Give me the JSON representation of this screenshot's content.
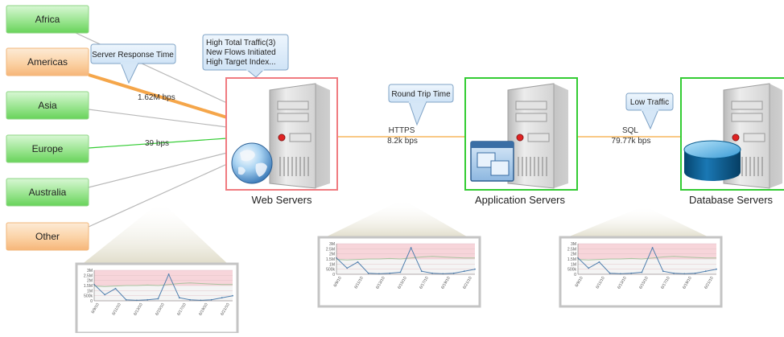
{
  "regions": [
    {
      "label": "Africa",
      "status": "ok"
    },
    {
      "label": "Americas",
      "status": "warn"
    },
    {
      "label": "Asia",
      "status": "ok"
    },
    {
      "label": "Europe",
      "status": "ok"
    },
    {
      "label": "Australia",
      "status": "ok"
    },
    {
      "label": "Other",
      "status": "warn"
    }
  ],
  "links": {
    "americas_traffic": "1.62M bps",
    "europe_traffic": "39 bps",
    "https": {
      "protocol": "HTTPS",
      "rate": "8.2k bps"
    },
    "sql": {
      "protocol": "SQL",
      "rate": "79.77k bps"
    }
  },
  "callouts": {
    "server_response": "Server Response Time",
    "web_alerts": [
      "High Total Traffic(3)",
      "New Flows Initiated",
      "High Target Index..."
    ],
    "round_trip": "Round Trip Time",
    "low_traffic": "Low Traffic"
  },
  "servers": {
    "web": {
      "label": "Web Servers",
      "status": "alert"
    },
    "app": {
      "label": "Application Servers",
      "status": "ok"
    },
    "db": {
      "label": "Database Servers",
      "status": "ok"
    }
  },
  "colors": {
    "ok_green": "#33cc33",
    "alert_red": "#f07b80",
    "warn_orange": "#f5a64a",
    "link_gray": "#b8b8b8",
    "link_orange": "#f7b75e"
  },
  "mini_charts": [
    {
      "id": "web",
      "y_ticks": [
        "3M",
        "2.5M",
        "2M",
        "1.5M",
        "1M",
        "500k",
        "0"
      ],
      "x_ticks": [
        "6/9/10",
        "6/11/10",
        "6/13/10",
        "6/15/10",
        "6/17/10",
        "6/19/10",
        "6/21/10"
      ],
      "threshold_values": [
        1.45,
        1.4,
        1.45,
        1.5,
        1.5,
        1.55,
        1.5,
        1.6,
        1.7,
        1.75,
        1.7,
        1.65,
        1.6,
        1.6
      ],
      "traffic_values": [
        1.6,
        0.6,
        1.2,
        0.1,
        0.05,
        0.1,
        0.2,
        2.6,
        0.3,
        0.1,
        0.05,
        0.1,
        0.3,
        0.5
      ]
    },
    {
      "id": "app",
      "y_ticks": [
        "3M",
        "2.5M",
        "2M",
        "1.5M",
        "1M",
        "500k",
        "0"
      ],
      "x_ticks": [
        "6/9/10",
        "6/11/10",
        "6/13/10",
        "6/15/10",
        "6/17/10",
        "6/19/10",
        "6/21/10"
      ],
      "threshold_values": [
        1.45,
        1.4,
        1.45,
        1.5,
        1.5,
        1.55,
        1.5,
        1.6,
        1.7,
        1.75,
        1.7,
        1.65,
        1.6,
        1.6
      ],
      "traffic_values": [
        1.6,
        0.6,
        1.2,
        0.1,
        0.05,
        0.1,
        0.2,
        2.6,
        0.3,
        0.1,
        0.05,
        0.1,
        0.3,
        0.5
      ]
    },
    {
      "id": "db",
      "y_ticks": [
        "3M",
        "2.5M",
        "2M",
        "1.5M",
        "1M",
        "500k",
        "0"
      ],
      "x_ticks": [
        "6/9/10",
        "6/11/10",
        "6/13/10",
        "6/15/10",
        "6/17/10",
        "6/19/10",
        "6/21/10"
      ],
      "threshold_values": [
        1.45,
        1.4,
        1.45,
        1.5,
        1.5,
        1.55,
        1.5,
        1.6,
        1.7,
        1.75,
        1.7,
        1.65,
        1.6,
        1.6
      ],
      "traffic_values": [
        1.6,
        0.6,
        1.2,
        0.1,
        0.05,
        0.1,
        0.2,
        2.6,
        0.3,
        0.1,
        0.05,
        0.1,
        0.3,
        0.5
      ]
    }
  ]
}
